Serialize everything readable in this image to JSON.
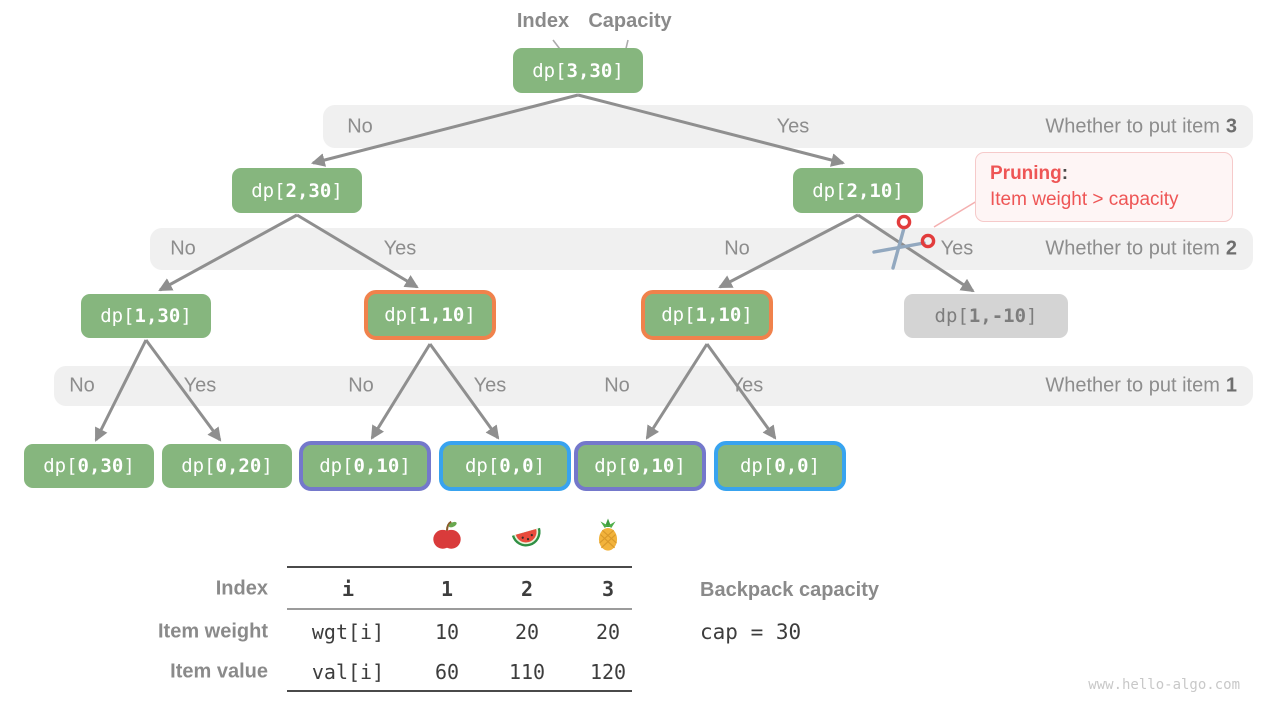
{
  "header": {
    "index_label": "Index",
    "capacity_label": "Capacity"
  },
  "tree": {
    "nodes": [
      {
        "pre": "dp[",
        "num": "3,30",
        "post": "]",
        "variant": "green"
      },
      {
        "pre": "dp[",
        "num": "2,30",
        "post": "]",
        "variant": "green"
      },
      {
        "pre": "dp[",
        "num": "2,10",
        "post": "]",
        "variant": "green"
      },
      {
        "pre": "dp[",
        "num": "1,30",
        "post": "]",
        "variant": "green"
      },
      {
        "pre": "dp[",
        "num": "1,10",
        "post": "]",
        "variant": "green-orange"
      },
      {
        "pre": "dp[",
        "num": "1,10",
        "post": "]",
        "variant": "green-orange"
      },
      {
        "pre": "dp[",
        "num": "1,-10",
        "post": "]",
        "variant": "gray"
      },
      {
        "pre": "dp[",
        "num": "0,30",
        "post": "]",
        "variant": "green"
      },
      {
        "pre": "dp[",
        "num": "0,20",
        "post": "]",
        "variant": "green"
      },
      {
        "pre": "dp[",
        "num": "0,10",
        "post": "]",
        "variant": "green-purple"
      },
      {
        "pre": "dp[",
        "num": "0,0",
        "post": "]",
        "variant": "green-blue"
      },
      {
        "pre": "dp[",
        "num": "0,10",
        "post": "]",
        "variant": "green-purple"
      },
      {
        "pre": "dp[",
        "num": "0,0",
        "post": "]",
        "variant": "green-blue"
      }
    ]
  },
  "bands": [
    {
      "branch_labels": [
        "No",
        "Yes"
      ],
      "question_prefix": "Whether to put item",
      "item": "3"
    },
    {
      "branch_labels": [
        "No",
        "Yes",
        "No",
        "Yes"
      ],
      "question_prefix": "Whether to put item",
      "item": "2"
    },
    {
      "branch_labels": [
        "No",
        "Yes",
        "No",
        "Yes",
        "No",
        "Yes"
      ],
      "question_prefix": "Whether to put item",
      "item": "1"
    }
  ],
  "pruning": {
    "title": "Pruning",
    "colon": ":",
    "detail": "Item weight > capacity"
  },
  "items_table": {
    "fruit_icons": [
      "apple",
      "watermelon",
      "pineapple"
    ],
    "row_labels": [
      "Index",
      "Item weight",
      "Item value"
    ],
    "index_row": {
      "key": "i",
      "values": [
        "1",
        "2",
        "3"
      ]
    },
    "weight_row": {
      "key": "wgt[i]",
      "values": [
        "10",
        "20",
        "20"
      ]
    },
    "value_row": {
      "key": "val[i]",
      "values": [
        "60",
        "110",
        "120"
      ]
    }
  },
  "capacity_info": {
    "label": "Backpack capacity",
    "code": "cap = 30"
  },
  "watermark": "www.hello-algo.com",
  "colors": {
    "node_green": "#86b67e",
    "node_gray": "#d4d4d4",
    "highlight_orange": "#f0824c",
    "highlight_blue": "#38a3ef",
    "highlight_purple": "#7478cb",
    "band_bg": "#f0f0f0",
    "arrow_gray": "#8f8f8f",
    "pruning_red": "#ee5555"
  }
}
